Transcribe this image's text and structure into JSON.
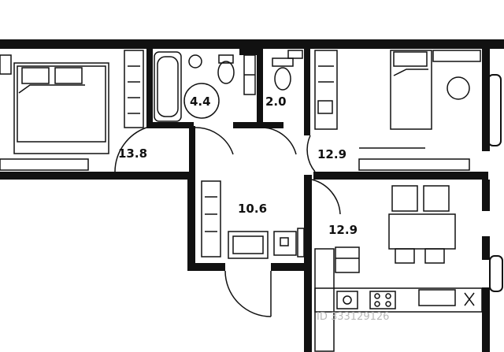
{
  "floor_plan": {
    "room_areas": {
      "bedroom_left": "13.8",
      "bathroom": "4.4",
      "toilet": "2.0",
      "bedroom_right": "12.9",
      "hallway": "10.6",
      "kitchen": "12.9"
    },
    "watermark": "ID 333129126"
  },
  "colors": {
    "wall": "#111111",
    "background": "#ffffff",
    "watermark": "#b9b9b9"
  }
}
